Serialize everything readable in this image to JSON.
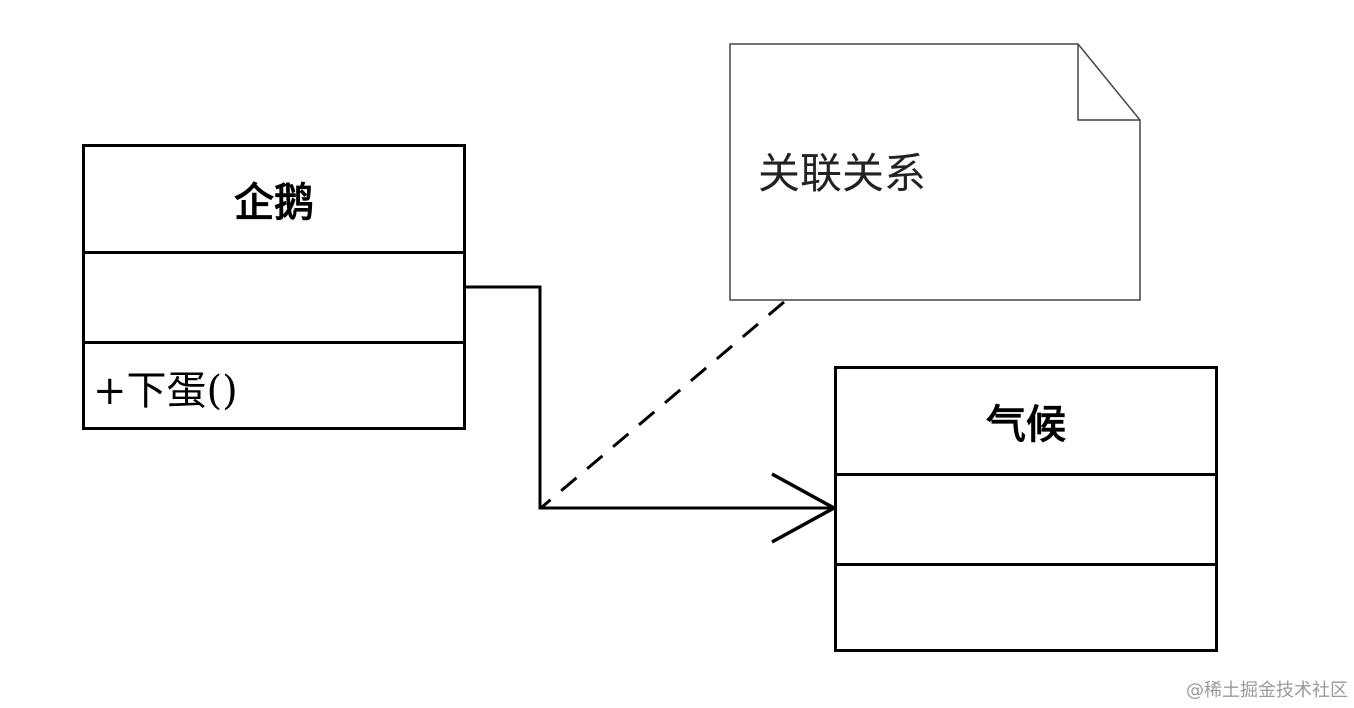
{
  "classes": {
    "penguin": {
      "name": "企鹅",
      "operations": [
        "+下蛋()"
      ]
    },
    "climate": {
      "name": "气候"
    }
  },
  "note": {
    "text": "关联关系"
  },
  "watermark": "@稀土掘金技术社区",
  "colors": {
    "line": "#000000",
    "note_border": "#444444",
    "background": "#ffffff"
  }
}
